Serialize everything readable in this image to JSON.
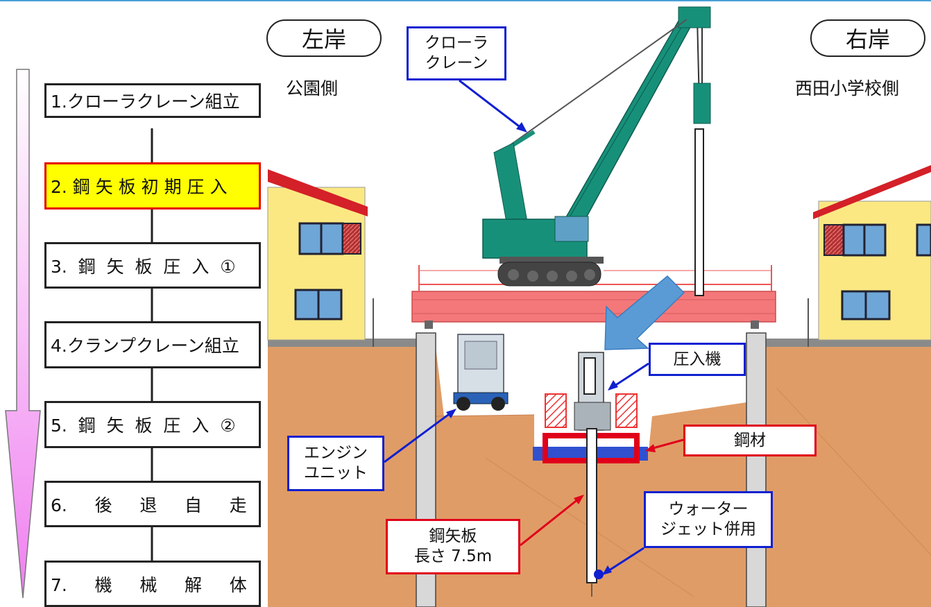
{
  "steps": [
    {
      "label": "1.クローラクレーン組立",
      "active": false
    },
    {
      "label": "2. 鋼 矢 板 初 期 圧 入",
      "active": true
    },
    {
      "label": "3.  鋼  矢  板  圧  入  ①",
      "active": false
    },
    {
      "label": "4.クランプクレーン組立",
      "active": false
    },
    {
      "label": "5.  鋼  矢  板  圧  入  ②",
      "active": false
    },
    {
      "label": "6.     後     退     自     走",
      "active": false
    },
    {
      "label": "7.     機     械     解     体",
      "active": false
    }
  ],
  "banks": {
    "left": {
      "title": "左岸",
      "sub": "公園側"
    },
    "right": {
      "title": "右岸",
      "sub": "西田小学校側"
    }
  },
  "callouts": {
    "crane": "クローラ\nクレーン",
    "press": "圧入機",
    "steel": "鋼材",
    "engine": "エンジン\nユニット",
    "pile": "鋼矢板\n長さ 7.5m",
    "water": "ウォーター\nジェット併用"
  },
  "colors": {
    "active_fill": "#ffff00",
    "active_border": "#e60000",
    "soil": "#e09c66",
    "crane": "#17907a",
    "platform": "#f4787a",
    "house_wall": "#fbe882",
    "roof": "#d42028",
    "callout_blue": "#1020d0",
    "callout_red": "#e0001a",
    "arrow_big": "#5b9bd5",
    "flow_arrow": "#ee88ee"
  }
}
